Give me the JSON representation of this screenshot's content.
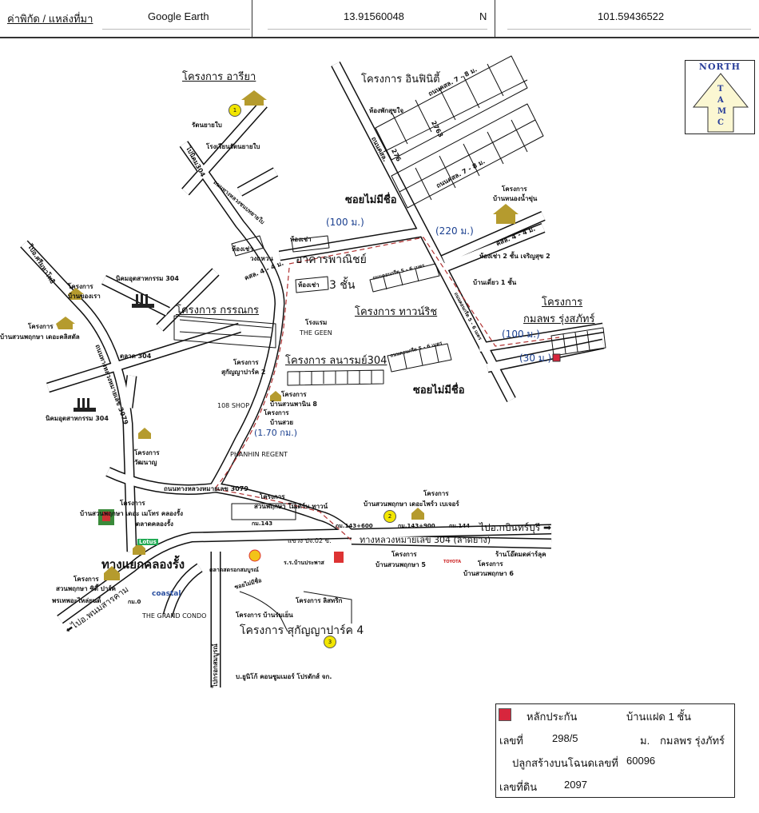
{
  "header": {
    "coord_label": "ค่าพิกัด / แหล่งที่มา",
    "source": "Google Earth",
    "latitude": "13.91560048",
    "lat_hemisphere": "N",
    "longitude": "101.59436522"
  },
  "north": {
    "title": "NORTH",
    "letters": [
      "T",
      "A",
      "M",
      "C"
    ]
  },
  "markers": [
    "1",
    "2",
    "3"
  ],
  "labels": [
    "โครงการ อารียา",
    "รัตนยายใบ",
    "โรงเรียนรัตนยายใบ",
    "ไปนิคม304",
    "โครงการ อินฟินิตี้",
    "ห้องพักสุขใจ",
    "ถนนคสล. 7 - 8 ม.",
    "ถนนคสล. 7 - 8 ม.",
    "2763",
    "276",
    "ถนนคสล.",
    "ซอยไม่มีชื่อ",
    "(100 ม.)",
    "(220 ม.)",
    "โครงการ",
    "บ้านหนองน้ำขุ่น",
    "คสล. 4 - 4 ม.",
    "ห้องเช่า 2 ชั้น เจริญสุข 2",
    "อาคารพาณิชย์",
    "3 ชั้น",
    "ห้องเช่า",
    "ห้องเช่า",
    "ห้องเช่า",
    "วงแหวน",
    "คสล. 4 - 4 ม.",
    "บ้านเดี่ยว 1 ชั้น",
    "โครงการ ทาวน์ริช",
    "โครงการ",
    "กมลพร รุ่งสภัทร์",
    "(100 ม.)",
    "(30 ม.)",
    "ซอยไม่มีชื่อ",
    "ถนนคอนกรีต 5 - 6 เมตร",
    "ถนนคอนกรีต 5 - 6 เมตร",
    "ถนนคอนกรีต 5 - 6 เมตร",
    "ถนนทางหลวงชนบทยายใบ",
    "โครงการ ลนารมย์304",
    "โครงการ กรรณกร",
    "โรงแรม",
    "THE GEEN",
    "โครงการ",
    "สุกัญญาปาร์ค 2",
    "108 SHOP",
    "โครงการ",
    "บ้านสวนพานิน 8",
    "โครงการ",
    "บ้านสวย",
    "(1.70 กม.)",
    "PHANHIN REGENT",
    "ไปอ.ศรีมหาโพธิ",
    "นิคมอุตสาหกรรม 304",
    "โครงการ",
    "บ้านของเรา",
    "โครงการ",
    "บ้านสวนพฤกษา เดอะคลิสตัล",
    "ตลาด 304",
    "นิคมอุตสาหกรรม 304",
    "ถนนทางหลวงหมายเลข 3079",
    "โครงการ",
    "วัฒนาญ",
    "โครงการ",
    "สวนพฤกษา โมเดิร์น ทาวน์",
    "ถนนทางหลวงหมายเลข 3079",
    "โครงการ",
    "บ้านสวนพฤกษา เดอะ เมโทร คลองรั้ง",
    "ตลาดคลองรั้ง",
    "โครงการ",
    "บ้านสวนพฤกษา เดอะไพร์ว เบเจอร์",
    "กม.143",
    "กม.143+600",
    "กม.143+900",
    "กม.144",
    "ไปอ.กบินทร์บุรี ➡",
    "แขวง ปจ.02 ข.",
    "ทางหลวงหมายเลข 304 (ลาดยาง)",
    "โครงการ",
    "สวนพฤกษา ซิตี้ ปาร์ค",
    "ทางแยกคลองรั้ง",
    "ตลาดสดรอกสมบูรณ์",
    "ร.ร.บ้านประพาส",
    "โครงการ",
    "บ้านสวนพฤกษา 5",
    "ร้านโอ๊ตมดค่าร์ลุค",
    "โครงการ",
    "บ้านสวนพฤกษา 6",
    "พรเทพอะไหล่ยนต์",
    "⬅ไปอ.พนมสารคาม",
    "กม.0",
    "THE GRAND CONDO",
    "ซอยไม่มีชื่อ",
    "โครงการ ลิสทริก",
    "โครงการ บ้านร่มเย็น",
    "โครงการ สุกัญญาปาร์ค 4",
    "ไปกรอกสมบูรณ์",
    "บ.ยูนิโก้ คอนซูมเมอร์ โปรดักส์ จก.",
    "Lotus",
    "coastal",
    "TOYOTA"
  ],
  "legend": {
    "swatch_color": "#d7263d",
    "collateral_label": "หลักประกัน",
    "type": "บ้านแฝด 1 ชั้น",
    "house_no_label": "เลขที่",
    "house_no": "298/5",
    "village_label": "ม.",
    "village": "กมลพร รุ่งภัทร์",
    "deed_label": "ปลูกสร้างบนโฉนดเลขที่",
    "deed_no": "60096",
    "land_no_label": "เลขที่ดิน",
    "land_no": "2097"
  }
}
